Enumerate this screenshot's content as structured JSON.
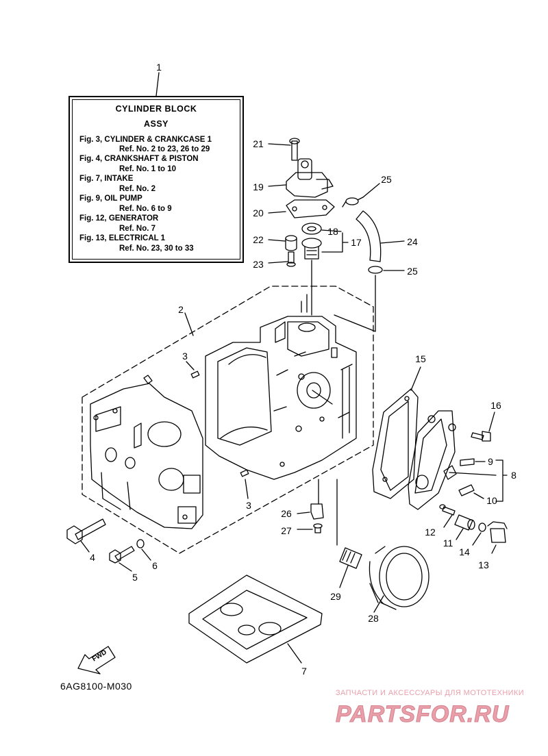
{
  "assy_box": {
    "title_line1": "CYLINDER BLOCK",
    "title_line2": "ASSY",
    "lines": [
      "Fig. 3, CYLINDER & CRANKCASE 1",
      "Ref. No. 2 to 23, 26 to 29",
      "Fig. 4, CRANKSHAFT & PISTON",
      "Ref. No. 1 to 10",
      "Fig. 7, INTAKE",
      "Ref. No. 2",
      "Fig. 9, OIL PUMP",
      "Ref. No. 6 to 9",
      "Fig. 12, GENERATOR",
      "Ref. No. 7",
      "Fig. 13, ELECTRICAL 1",
      "Ref. No. 23, 30 to 33"
    ]
  },
  "callouts": [
    "1",
    "2",
    "3",
    "3",
    "4",
    "5",
    "6",
    "7",
    "8",
    "9",
    "10",
    "11",
    "12",
    "13",
    "14",
    "15",
    "16",
    "17",
    "18",
    "19",
    "20",
    "21",
    "22",
    "23",
    "24",
    "25",
    "25",
    "26",
    "27",
    "28",
    "29"
  ],
  "fwd_label": "FWD",
  "diagram_code": "6AG8100-M030",
  "watermark": {
    "tagline": "ЗАПЧАСТИ И АКСЕССУАРЫ ДЛЯ МОТОТЕХНИКИ",
    "logo_text": "PARTSFOR.RU",
    "color": "#e8a0aa"
  }
}
